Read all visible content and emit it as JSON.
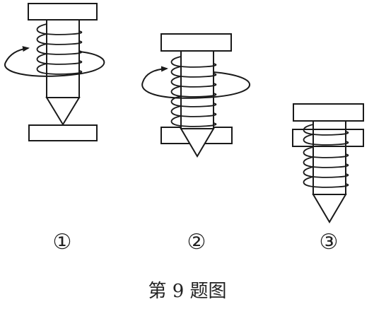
{
  "figure": {
    "caption": "第 9 题图",
    "panels": [
      {
        "label": "①"
      },
      {
        "label": "②"
      },
      {
        "label": "③"
      }
    ]
  },
  "colors": {
    "ink": "#1a1a1a",
    "background": "#ffffff"
  }
}
